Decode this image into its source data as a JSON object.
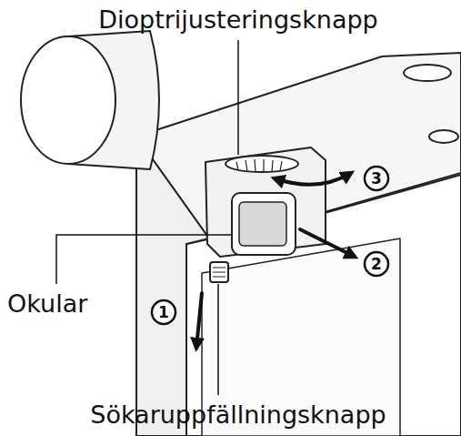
{
  "diagram": {
    "labels": [
      "Dioptrijusteringsknapp",
      "Okular",
      "Sökaruppfällningsknapp",
      "1",
      "2",
      "3"
    ]
  }
}
